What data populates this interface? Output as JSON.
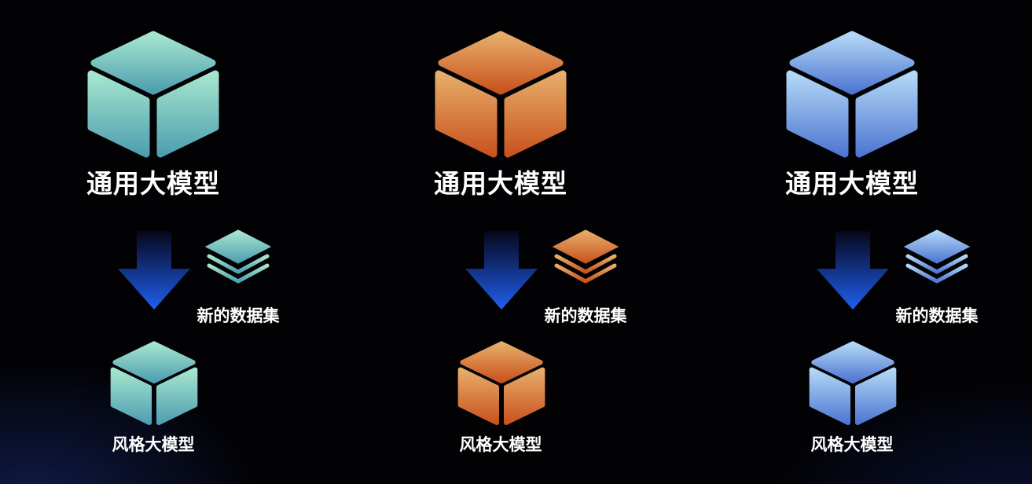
{
  "columns": [
    {
      "title": "通用大模型",
      "dataset_label": "新的数据集",
      "subtitle": "风格大模型",
      "colors": {
        "top": "#a6e6cf",
        "bottom": "#4f9fb0"
      }
    },
    {
      "title": "通用大模型",
      "dataset_label": "新的数据集",
      "subtitle": "风格大模型",
      "colors": {
        "top": "#e7ad6a",
        "bottom": "#c9541f"
      }
    },
    {
      "title": "通用大模型",
      "dataset_label": "新的数据集",
      "subtitle": "风格大模型",
      "colors": {
        "top": "#b3d8f6",
        "bottom": "#4f77d2"
      }
    }
  ],
  "arrow_colors": {
    "top": "#06061a",
    "bottom": "#1f5ff0"
  },
  "icons": {
    "model": "cube-icon",
    "dataset": "layers-icon",
    "flow": "arrow-down-icon"
  }
}
